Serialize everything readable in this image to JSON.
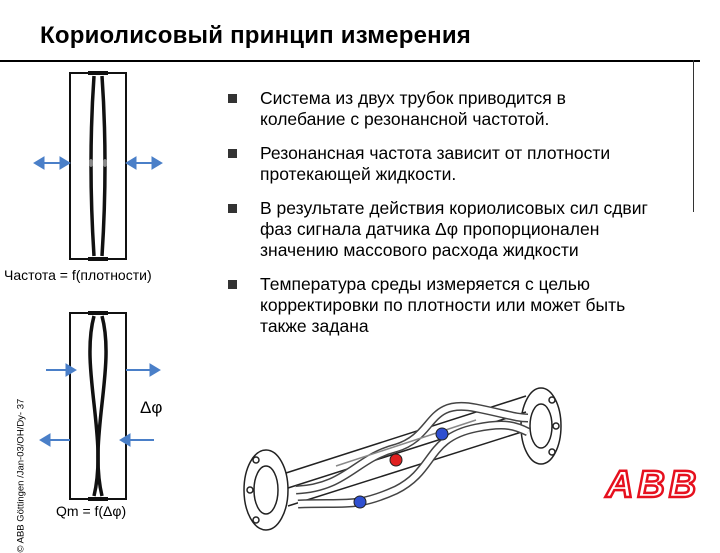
{
  "title": "Кориолисовый принцип измерения",
  "bullets": [
    "Система из двух трубок приводится в колебание с резонансной частотой.",
    "Резонансная частота зависит от плотности протекающей жидкости.",
    "В результате действия кориолисовых сил сдвиг фаз сигнала датчика Δφ пропорционален значению массового расхода жидкости",
    "Температура среды измеряется с целью корректировки по плотности или может быть также задана"
  ],
  "labels": {
    "frequency": "Частота  = f(плотности)",
    "phase_shift": "Δφ",
    "mass_flow": "Qm = f(Δφ)"
  },
  "side_text": "© ABB Göttingen /Jan-03/OH/Dy- 37",
  "logo_text": "ABB",
  "colors": {
    "logo": "#e6101e",
    "sensor_red": "#e02020",
    "sensor_blue": "#2f4fd0"
  }
}
